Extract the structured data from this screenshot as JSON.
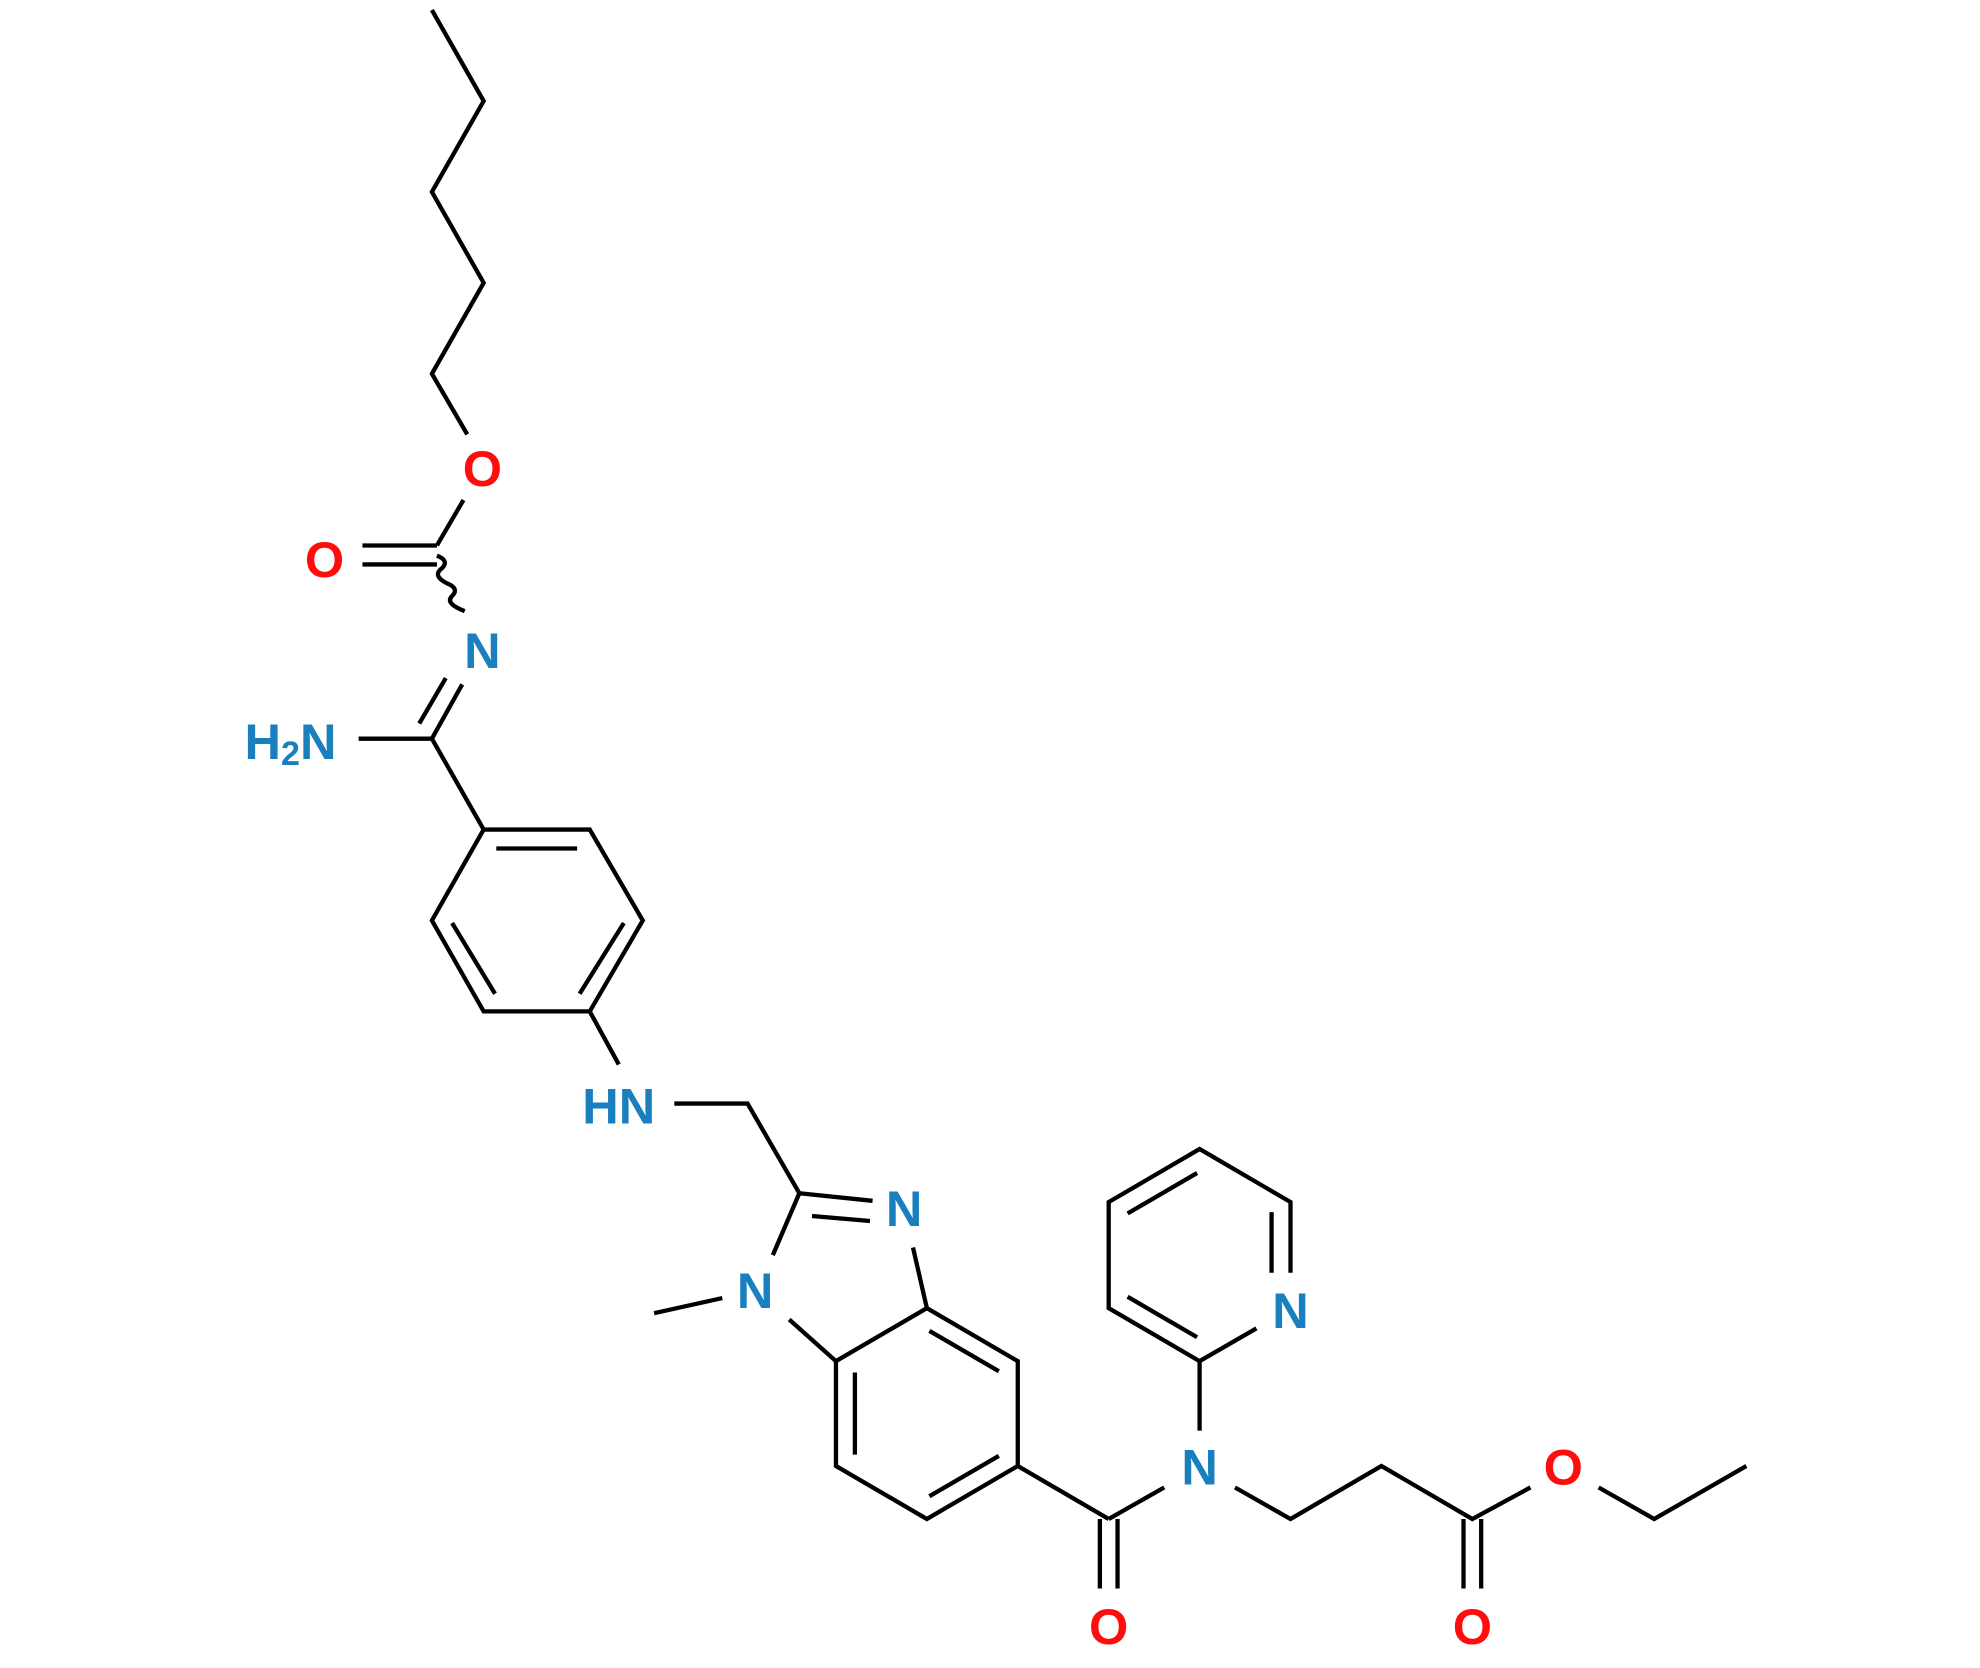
{
  "diagram": {
    "type": "chemical-structure",
    "colors": {
      "bond": "#000000",
      "oxygen": "#ff0d0d",
      "nitrogen": "#1a7fbf"
    },
    "atoms": {
      "o_ester_chain": "O",
      "o_carbamate": "O",
      "n_imine": "N",
      "h2n_amidine": {
        "h": "H",
        "sub": "2",
        "n": "N"
      },
      "hn_linker": "HN",
      "n_imidazole_3": "N",
      "n_imidazole_1": "N",
      "n_pyridine": "N",
      "n_amide": "N",
      "o_amide": "O",
      "o_ester_ethyl": "O",
      "o_ester_carbonyl": "O"
    }
  }
}
